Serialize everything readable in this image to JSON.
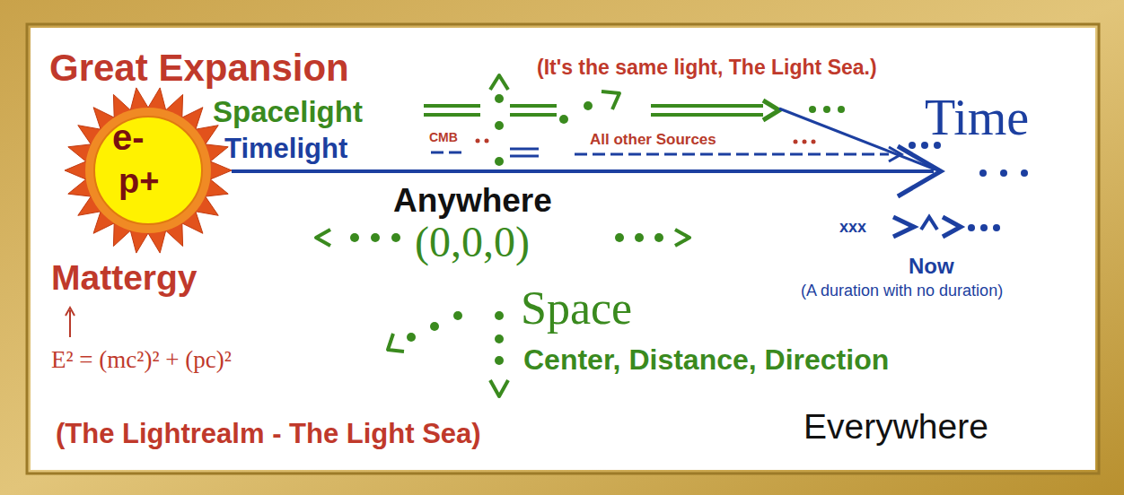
{
  "diagram": {
    "nodes": [
      {
        "text": [
          "e-",
          "p+"
        ]
      }
    ],
    "labels": [
      "Great Expansion",
      "(It's the same light, The Light Sea.)",
      "Spacelight",
      "Time",
      "Timelight",
      "CMB",
      "All other Sources",
      "Anywhere",
      "(0,0,0)",
      "xxx",
      "Now",
      "(A duration with no duration)",
      "Mattergy",
      "Space",
      "E² = (mc²)² + (pc)²",
      "Center, Distance, Direction",
      "(The Lightrealm - The Light Sea)",
      "Everywhere"
    ]
  }
}
